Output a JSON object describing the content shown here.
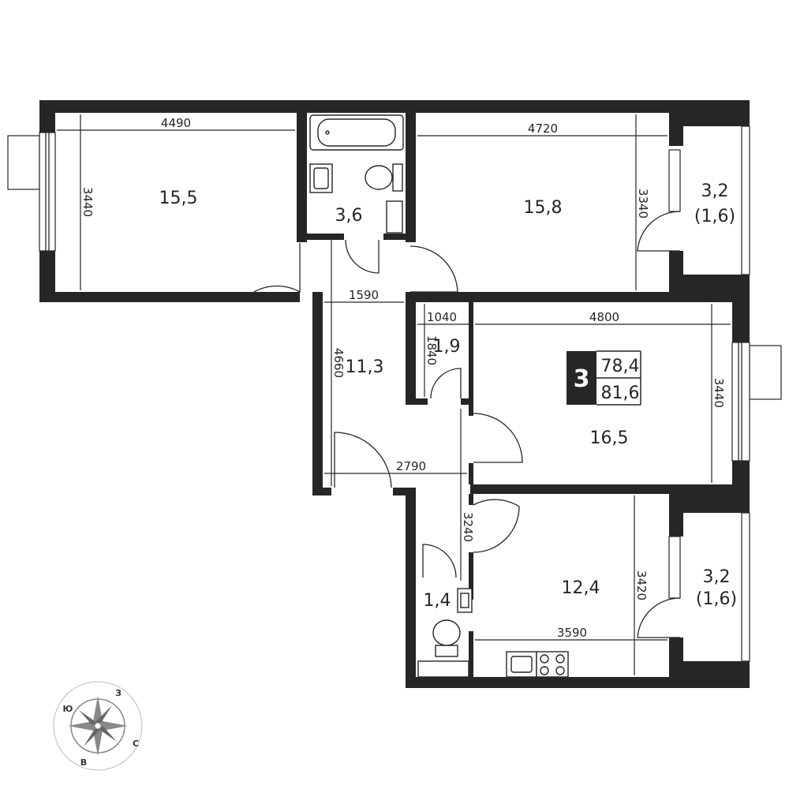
{
  "rooms": {
    "bedroom_left": "15,5",
    "bathroom": "3,6",
    "bedroom_top_right": "15,8",
    "balcony_top": "3,2",
    "balcony_top_sub": "(1,6)",
    "hallway": "11,3",
    "closet": "1,9",
    "living_room": "16,5",
    "toilet": "1,4",
    "kitchen": "12,4",
    "balcony_bottom": "3,2",
    "balcony_bottom_sub": "(1,6)"
  },
  "dimensions": {
    "d4490": "4490",
    "d3440_left": "3440",
    "d4720": "4720",
    "d3340": "3340",
    "d1590": "1590",
    "d4660": "4660",
    "d1040": "1040",
    "d1840": "1840",
    "d4800": "4800",
    "d3440_right": "3440",
    "d2790": "2790",
    "d3240": "3240",
    "d3420": "3420",
    "d3590": "3590"
  },
  "badge": {
    "rooms_count": "3",
    "living_area": "78,4",
    "total_area": "81,6"
  },
  "compass": {
    "north": "З",
    "south": "В",
    "east": "С",
    "west": "Ю"
  },
  "colors": {
    "wall": "#262626",
    "background": "#ffffff",
    "compass": "#888888"
  }
}
